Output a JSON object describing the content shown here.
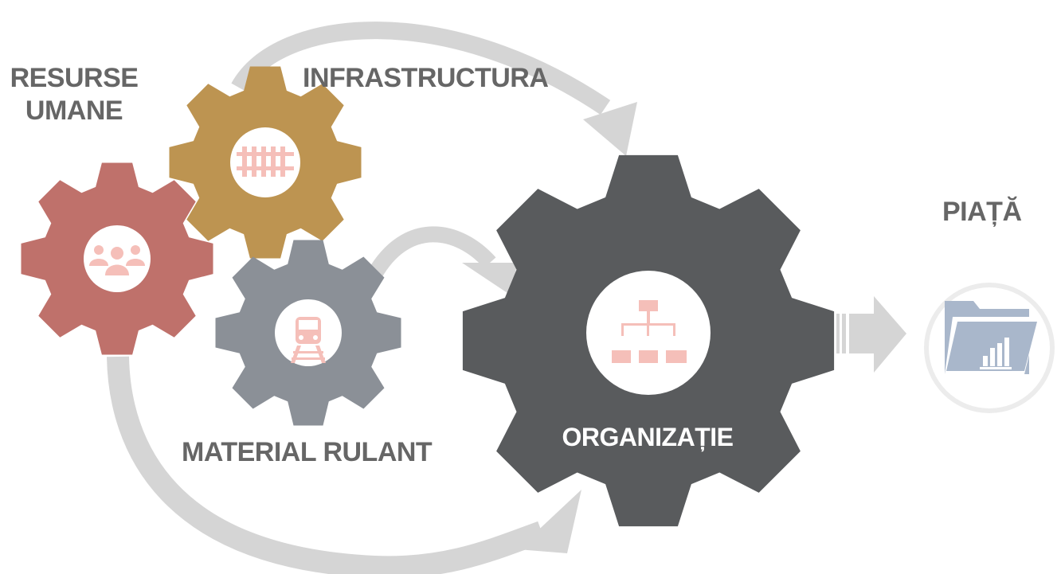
{
  "colors": {
    "arrow": "#d5d5d5",
    "gear_resurse": "#bf716b",
    "gear_infrastructura": "#bd9451",
    "gear_material": "#8b9097",
    "gear_organizatie": "#595b5d",
    "icon_pink": "#f5bfb9",
    "circle_fill": "#ffffff",
    "folder_blue": "#a9b7cb",
    "label_text": "#666666"
  },
  "icons": {
    "resurse": "people-group-icon",
    "infrastructura": "railway-track-icon",
    "material": "train-icon",
    "organizatie": "org-chart-icon",
    "piata": "folder-chart-icon"
  },
  "labels": {
    "resurse_line1": "RESURSE",
    "resurse_line2": "UMANE",
    "infrastructura": "INFRASTRUCTURA",
    "material": "MATERIAL RULANT",
    "organizatie": "ORGANIZAȚIE",
    "piata": "PIAȚĂ"
  }
}
